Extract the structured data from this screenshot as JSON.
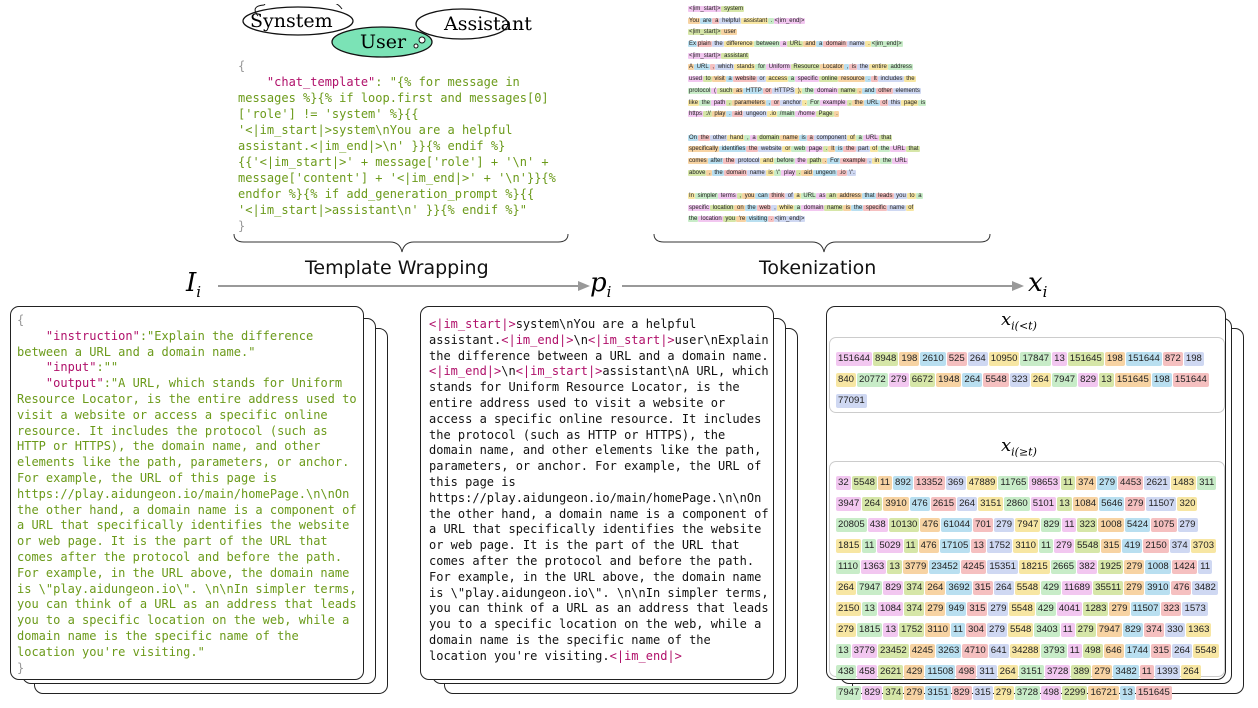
{
  "bubbles": {
    "system": "Synstem",
    "user": "User",
    "assistant": "Assistant"
  },
  "chat_template": {
    "open": "{",
    "key": "\"chat_template\"",
    "value": ": \"{% for message in messages %}{% if loop.first and messages[0]['role'] != 'system' %}{{ '<|im_start|>system\\nYou are a helpful assistant.<|im_end|>\\n' }}{% endif %}{{'<|im_start|>' + message['role'] + '\\n' + message['content'] + '<|im_end|>' + '\\n'}}{% endfor %}{% if add_generation_prompt %}{{ '<|im_start|>assistant\\n' }}{% endif %}\"",
    "close": "}"
  },
  "labels": {
    "template_wrapping": "Template Wrapping",
    "tokenization": "Tokenization",
    "I": "I",
    "I_sub": "i",
    "p": "p",
    "p_sub": "i",
    "x": "x",
    "x_sub": "i",
    "x_lt": "x",
    "x_lt_sub": "i(<t)",
    "x_ge": "x",
    "x_ge_sub": "i(≥t)"
  },
  "instruction_card": {
    "open": "{",
    "instruction_key": "\"instruction\"",
    "instruction_val": ":\"Explain the difference between a URL and a domain name.\"",
    "input_key": "\"input\"",
    "input_val": ":\"\"",
    "output_key": "\"output\"",
    "output_val": ":\"A URL, which stands for Uniform Resource Locator, is the entire address used to visit a website or access a specific online resource. It includes the protocol (such as HTTP or HTTPS), the domain name, and other elements like the path, parameters, or anchor. For example, the URL of this page is https://play.aidungeon.io/main/homePage.\\n\\nOn the other hand, a domain name is a component of a URL that specifically identifies the website or web page. It is the part of the URL that comes after the protocol and before the path. For example, in the URL above, the domain name is \\\"play.aidungeon.io\\\". \\n\\nIn simpler terms, you can think of a URL as an address that leads you to a specific location on the web, while a domain name is the specific name of the location you're visiting.\"",
    "close": "}"
  },
  "prompt_card": {
    "seg1": "<|im_start|>",
    "seg2": "system\\nYou are a helpful assistant.",
    "seg3": "<|im_end|>",
    "seg4": "\\n",
    "seg5": "<|im_start|>",
    "seg6": "user\\nExplain the difference between a URL and a domain name.",
    "seg7": "<|im_end|>",
    "seg8": "\\n",
    "seg9": "<|im_start|>",
    "seg10": "assistant\\nA URL, which stands for Uniform Resource Locator, is the entire address used to visit a website or access a specific online resource. It includes the protocol (such as HTTP or HTTPS), the domain name, and other elements like the path, parameters, or anchor. For example, the URL of this page is https://play.aidungeon.io/main/homePage.\\n\\nOn the other hand, a domain name is a component of a URL that specifically identifies the website or web page. It is the part of the URL that comes after the protocol and before the path. For example, in the URL above, the domain name is \\\"play.aidungeon.io\\\". \\n\\nIn simpler terms, you can think of a URL as an address that leads you to a specific location on the web, while a domain name is the specific name of the location you're visiting.",
    "seg11": "<|im_end|>"
  },
  "token_preview_lines": [
    [
      "<|im_start|>",
      " system"
    ],
    [
      "You",
      " are",
      " a",
      " helpful",
      " assistant",
      " .",
      "<|im_end|>"
    ],
    [
      "<|im_start|>",
      " user"
    ],
    [
      "Ex",
      "plain",
      " the",
      " difference",
      " between",
      " a",
      " URL",
      " and",
      " a",
      " domain",
      " name",
      " .",
      "<|im_end|>"
    ],
    [
      "<|im_start|>",
      " assistant"
    ],
    [
      "A",
      " URL",
      " ,",
      " which",
      " stands",
      " for",
      " Uniform",
      " Resource",
      " Locator",
      " ,",
      " is",
      " the",
      " entire",
      " address"
    ],
    [
      "used",
      " to",
      " visit",
      " a",
      " website",
      " or",
      " access",
      " a",
      " specific",
      " online",
      " resource",
      " .",
      " It",
      " includes",
      " the"
    ],
    [
      "protocol",
      " (",
      " such",
      " as",
      " HTTP",
      " or",
      " HTTPS",
      " ),",
      " the",
      " domain",
      " name",
      " ,",
      " and",
      " other",
      " elements"
    ],
    [
      "like",
      " the",
      " path",
      " ,",
      " parameters",
      " ,",
      " or",
      " anchor",
      " .",
      " For",
      " example",
      " ,",
      " the",
      " URL",
      " of",
      " this",
      " page",
      " is"
    ],
    [
      "https",
      " ://",
      " play",
      " .",
      " aid",
      " ungeon",
      " .io",
      " /main",
      " /home",
      " Page",
      " ."
    ],
    [
      ""
    ],
    [
      "On",
      " the",
      " other",
      " hand",
      " ,",
      " a",
      " domain",
      " name",
      " is",
      " a",
      " component",
      " of",
      " a",
      " URL",
      " that"
    ],
    [
      "specifically",
      " identifies",
      " the",
      " website",
      " or",
      " web",
      " page",
      " .",
      " It",
      " is",
      " the",
      " part",
      " of",
      " the",
      " URL",
      " that"
    ],
    [
      "comes",
      " after",
      " the",
      " protocol",
      " and",
      " before",
      " the",
      " path",
      " .",
      " For",
      " example",
      " ,",
      " in",
      " the",
      " URL"
    ],
    [
      "above",
      " ,",
      " the",
      " domain",
      " name",
      " is",
      " \\\"",
      " play",
      " .",
      " aid",
      " ungeon",
      " .io",
      " \\\"."
    ],
    [
      ""
    ],
    [
      "In",
      " simpler",
      " terms",
      " ,",
      " you",
      " can",
      " think",
      " of",
      " a",
      " URL",
      " as",
      " an",
      " address",
      " that",
      " leads",
      " you",
      " to",
      " a"
    ],
    [
      "specific",
      " location",
      " on",
      " the",
      " web",
      " ,",
      " while",
      " a",
      " domain",
      " name",
      " is",
      " the",
      " specific",
      " name",
      " of"
    ],
    [
      "the",
      " location",
      " you",
      " 're",
      " visiting",
      " .",
      "<|im_end|>"
    ]
  ],
  "token_colors": [
    "#f2c7f0",
    "#d6e6a8",
    "#f7d3a3",
    "#b9dff0",
    "#f5c0c0",
    "#cfd8f2",
    "#f7e6a3",
    "#c8ecc8"
  ],
  "ids_lt": [
    [
      "151644",
      "8948",
      "198",
      "2610",
      "525",
      "264",
      "10950",
      "17847",
      "13",
      "151645",
      "198",
      "151644",
      "872",
      "198"
    ],
    [
      "840",
      "20772",
      "279",
      "6672",
      "1948",
      "264",
      "5548",
      "323",
      "264",
      "7947",
      "829",
      "13",
      "151645",
      "198",
      "151644"
    ],
    [
      "77091"
    ]
  ],
  "ids_ge": [
    [
      "32",
      "5548",
      "11",
      "892",
      "13352",
      "369",
      "47889",
      "11765",
      "98653",
      "11",
      "374",
      "279",
      "4453",
      "2621",
      "1483",
      "311"
    ],
    [
      "3947",
      "264",
      "3910",
      "476",
      "2615",
      "264",
      "3151",
      "2860",
      "5101",
      "13",
      "1084",
      "5646",
      "279",
      "11507",
      "320"
    ],
    [
      "20805",
      "438",
      "10130",
      "476",
      "61044",
      "701",
      "279",
      "7947",
      "829",
      "11",
      "323",
      "1008",
      "5424",
      "1075",
      "279"
    ],
    [
      "1815",
      "11",
      "5029",
      "11",
      "476",
      "17105",
      "13",
      "1752",
      "3110",
      "11",
      "279",
      "5548",
      "315",
      "419",
      "2150",
      "374",
      "3703"
    ],
    [
      "1110",
      "1363",
      "13",
      "3779",
      "23452",
      "4245",
      "15351",
      "18215",
      "2665",
      "382",
      "1925",
      "279",
      "1008",
      "1424",
      "11"
    ],
    [
      "264",
      "7947",
      "829",
      "374",
      "264",
      "3692",
      "315",
      "264",
      "5548",
      "429",
      "11689",
      "35511",
      "279",
      "3910",
      "476",
      "3482"
    ],
    [
      "2150",
      "13",
      "1084",
      "374",
      "279",
      "949",
      "315",
      "279",
      "5548",
      "429",
      "4041",
      "1283",
      "279",
      "11507",
      "323",
      "1573"
    ],
    [
      "279",
      "1815",
      "13",
      "1752",
      "3110",
      "11",
      "304",
      "279",
      "5548",
      "3403",
      "11",
      "279",
      "7947",
      "829",
      "374",
      "330",
      "1363"
    ],
    [
      "13",
      "3779",
      "23452",
      "4245",
      "3263",
      "4710",
      "641",
      "34288",
      "3793",
      "11",
      "498",
      "646",
      "1744",
      "315",
      "264",
      "5548"
    ],
    [
      "438",
      "458",
      "2621",
      "429",
      "11508",
      "498",
      "311",
      "264",
      "3151",
      "3728",
      "389",
      "279",
      "3482",
      "11",
      "1393",
      "264"
    ],
    [
      "7947",
      "829",
      "374",
      "279",
      "3151",
      "829",
      "315",
      "279",
      "3728",
      "498",
      "2299",
      "16721",
      "13",
      "151645"
    ]
  ]
}
